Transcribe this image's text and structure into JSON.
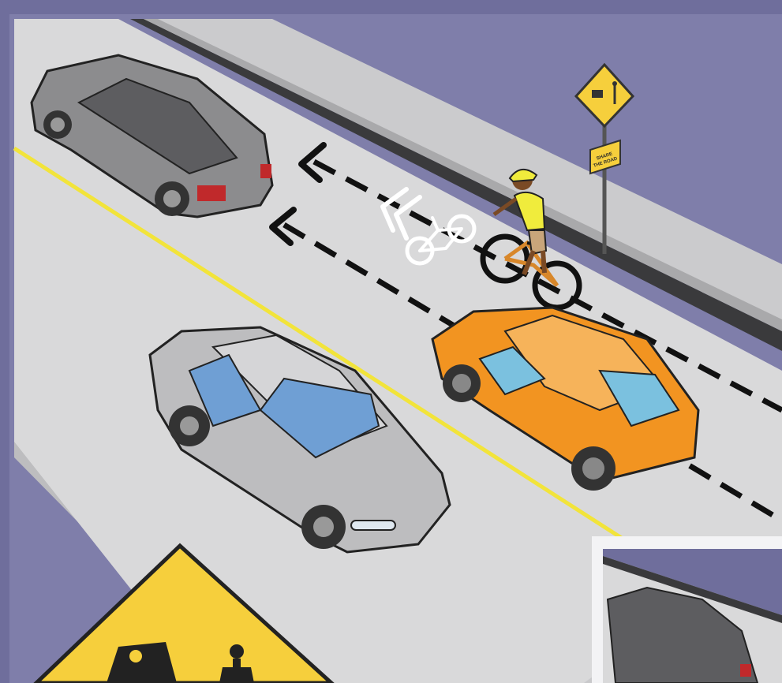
{
  "scene": {
    "signs": {
      "small_plaque_line1": "SHARE",
      "small_plaque_line2": "THE ROAD"
    },
    "colors": {
      "background": "#6f6e9c",
      "road": "#d7d7d8",
      "sidewalk": "#c4c4c6",
      "center_line": "#f2e43a",
      "lane_marking": "#111111",
      "sharrow": "#ffffff",
      "sign_yellow": "#f6cf3c",
      "car_orange": "#f29421",
      "car_silver": "#bdbdbf",
      "car_dark": "#8c8c8e",
      "cyclist_shirt": "#f0ec3c"
    },
    "icons": [
      "share-the-road-sign",
      "sharrow-marking",
      "cyclist",
      "directional-arrows"
    ]
  }
}
